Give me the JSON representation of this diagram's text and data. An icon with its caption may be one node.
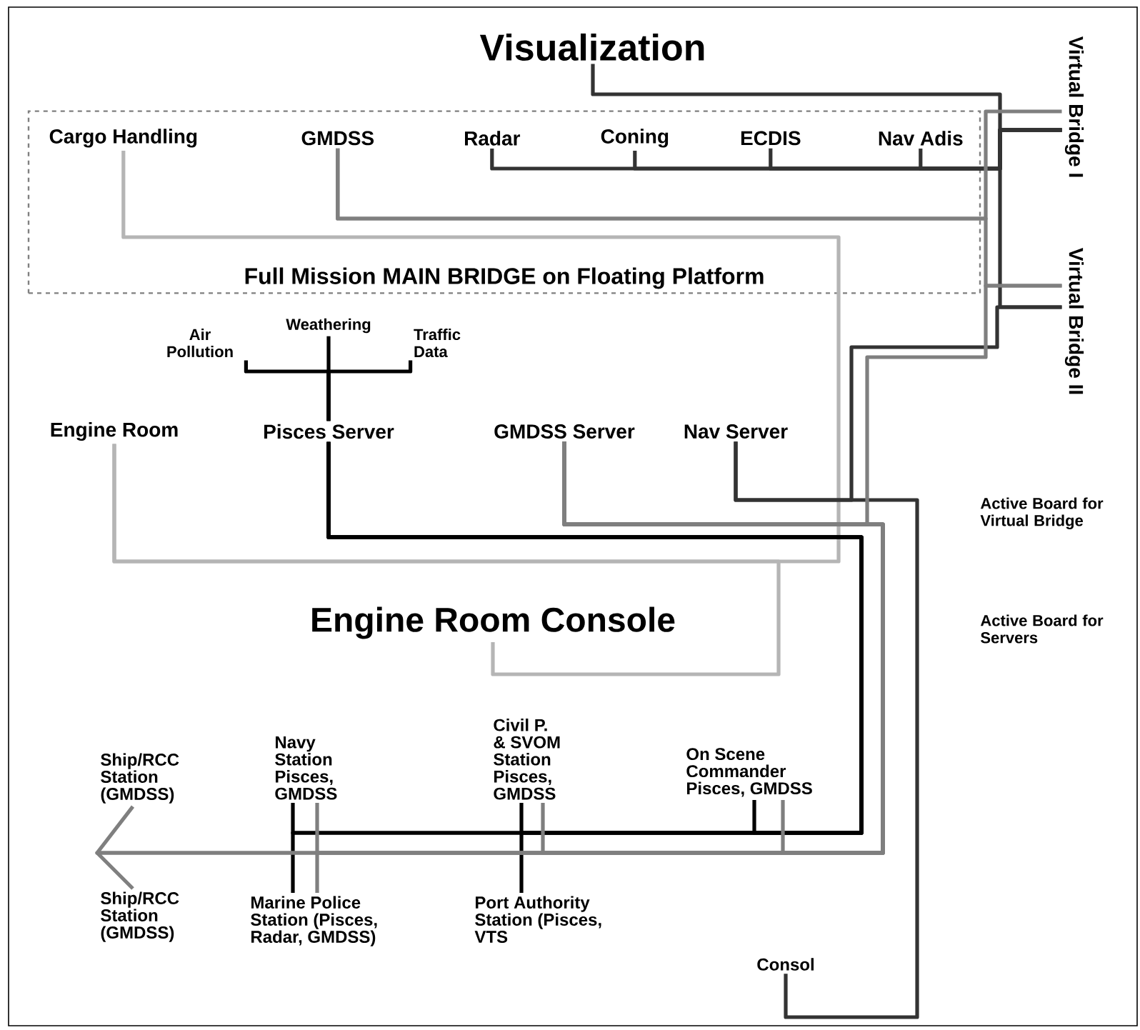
{
  "diagram": {
    "nodes": [
      {
        "text": [
          "Visualization"
        ]
      },
      {
        "text": [
          "Virtual Bridge I"
        ]
      },
      {
        "text": [
          "Virtual Bridge II"
        ]
      },
      {
        "text": [
          "Full Mission MAIN BRIDGE on Floating Platform"
        ]
      },
      {
        "text": [
          "Cargo Handling"
        ],
        "in": 3
      },
      {
        "text": [
          "GMDSS"
        ],
        "in": 3
      },
      {
        "text": [
          "Radar"
        ],
        "in": 3
      },
      {
        "text": [
          "Coning"
        ],
        "in": 3
      },
      {
        "text": [
          "ECDIS"
        ],
        "in": 3
      },
      {
        "text": [
          "Nav Adis"
        ],
        "in": 3
      },
      {
        "text": [
          "Air Pollution"
        ]
      },
      {
        "text": [
          "Weathering"
        ]
      },
      {
        "text": [
          "Traffic Data"
        ]
      },
      {
        "text": [
          "Engine Room"
        ]
      },
      {
        "text": [
          "Pisces Server"
        ]
      },
      {
        "text": [
          "GMDSS Server"
        ]
      },
      {
        "text": [
          "Nav Server"
        ]
      },
      {
        "text": [
          "Engine Room Console"
        ]
      },
      {
        "text": [
          "Ship/RCC Station (GMDSS)"
        ]
      },
      {
        "text": [
          "Ship/RCC Station (GMDSS)"
        ]
      },
      {
        "text": [
          "Navy Station Pisces, GMDSS"
        ]
      },
      {
        "text": [
          "Marine Police Station (Pisces, Radar, GMDSS)"
        ]
      },
      {
        "text": [
          "Civil P. & SVOM Station Pisces, GMDSS"
        ]
      },
      {
        "text": [
          "Port Authority Station (Pisces, VTS"
        ]
      },
      {
        "text": [
          "On Scene Commander Pisces, GMDSS"
        ]
      },
      {
        "text": [
          "Consol"
        ]
      }
    ],
    "edges": [
      {
        "from": 0,
        "to": 1,
        "arrow": "none",
        "color": "#333333"
      },
      {
        "from": 6,
        "to": 1,
        "arrow": "none",
        "color": "#333333"
      },
      {
        "from": 7,
        "to": 1,
        "arrow": "none",
        "color": "#333333"
      },
      {
        "from": 8,
        "to": 1,
        "arrow": "none",
        "color": "#333333"
      },
      {
        "from": 9,
        "to": 1,
        "arrow": "none",
        "color": "#333333"
      },
      {
        "from": 5,
        "to": 1,
        "arrow": "none",
        "color": "#7f7f7f"
      },
      {
        "from": 5,
        "to": 2,
        "arrow": "none",
        "color": "#7f7f7f"
      },
      {
        "from": 4,
        "to": 13,
        "arrow": "none",
        "color": "#b5b5b5"
      },
      {
        "from": 17,
        "to": 13,
        "arrow": "none",
        "color": "#b5b5b5"
      },
      {
        "from": 10,
        "to": 14,
        "arrow": "none",
        "color": "#000000"
      },
      {
        "from": 11,
        "to": 14,
        "arrow": "none",
        "color": "#000000"
      },
      {
        "from": 12,
        "to": 14,
        "arrow": "none",
        "color": "#000000"
      },
      {
        "from": 14,
        "to": 20,
        "arrow": "none",
        "color": "#000000"
      },
      {
        "from": 14,
        "to": 21,
        "arrow": "none",
        "color": "#000000"
      },
      {
        "from": 14,
        "to": 22,
        "arrow": "none",
        "color": "#000000"
      },
      {
        "from": 14,
        "to": 23,
        "arrow": "none",
        "color": "#000000"
      },
      {
        "from": 14,
        "to": 24,
        "arrow": "none",
        "color": "#000000"
      },
      {
        "from": 15,
        "to": 18,
        "arrow": "none",
        "color": "#7f7f7f"
      },
      {
        "from": 15,
        "to": 19,
        "arrow": "none",
        "color": "#7f7f7f"
      },
      {
        "from": 15,
        "to": 20,
        "arrow": "none",
        "color": "#7f7f7f"
      },
      {
        "from": 15,
        "to": 21,
        "arrow": "none",
        "color": "#7f7f7f"
      },
      {
        "from": 15,
        "to": 22,
        "arrow": "none",
        "color": "#7f7f7f"
      },
      {
        "from": 15,
        "to": 24,
        "arrow": "none",
        "color": "#7f7f7f"
      },
      {
        "from": 16,
        "to": 25,
        "arrow": "none",
        "color": "#333333"
      },
      {
        "from": 2,
        "to": 16,
        "arrow": "none",
        "color": "#333333"
      },
      {
        "from": 1,
        "to": 2,
        "arrow": "none",
        "color": "#333333"
      },
      {
        "from": 2,
        "to": 15,
        "arrow": "none",
        "color": "#7f7f7f"
      }
    ],
    "labels": [
      "Active Board for Virtual Bridge",
      "Active Board for Servers"
    ]
  }
}
